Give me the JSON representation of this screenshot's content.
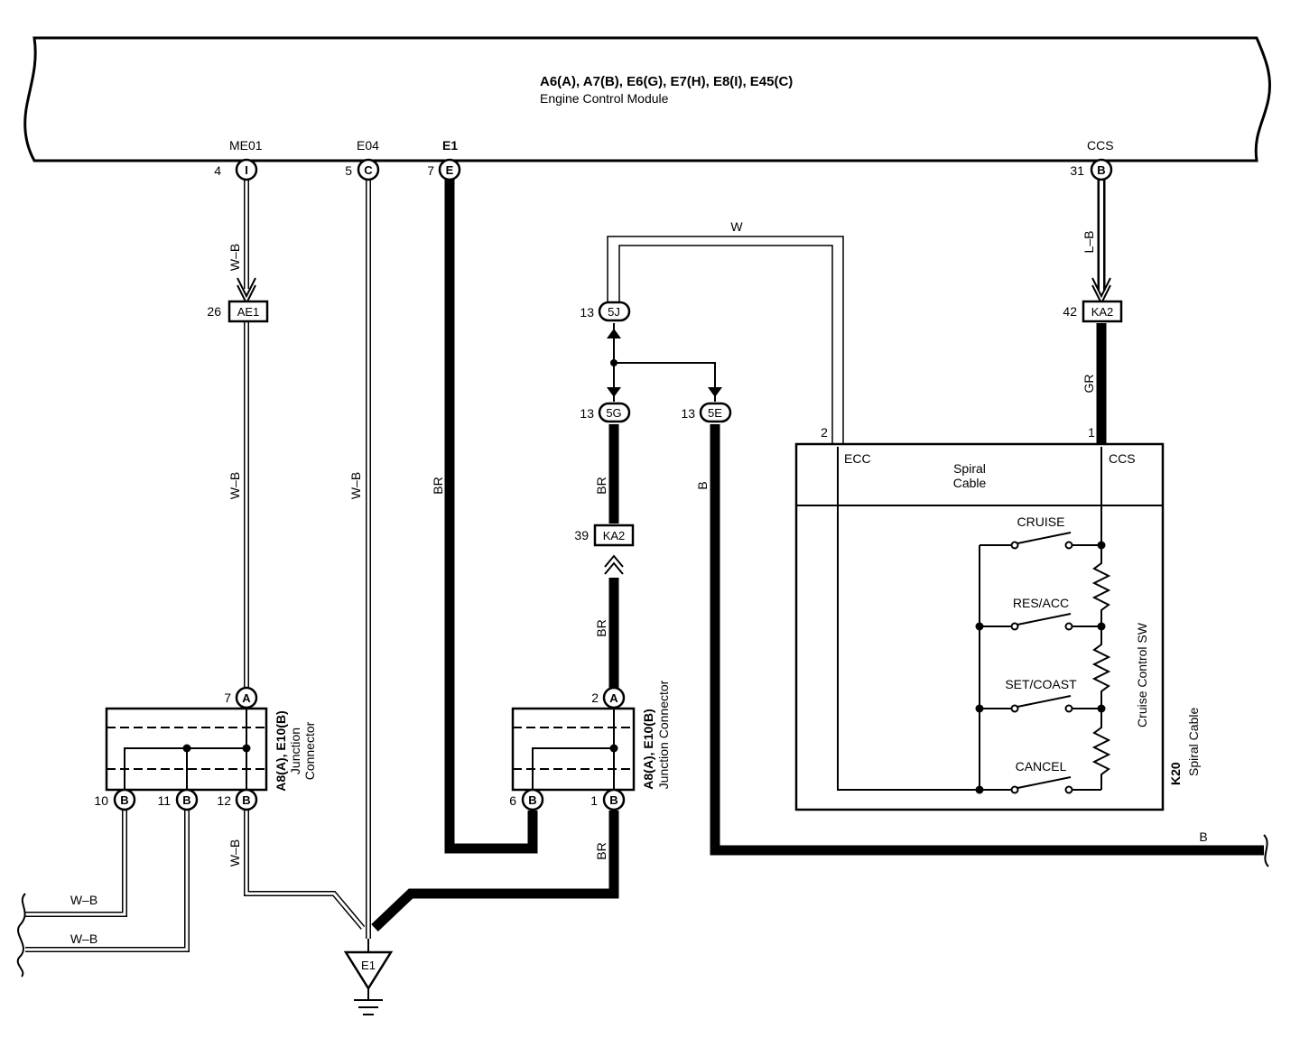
{
  "ecm": {
    "title": "A6(A), A7(B), E6(G), E7(H), E8(I), E45(C)",
    "subtitle": "Engine Control Module"
  },
  "terminals": {
    "me01": {
      "name": "ME01",
      "pin": "4",
      "code": "I"
    },
    "e04": {
      "name": "E04",
      "pin": "5",
      "code": "C"
    },
    "e1": {
      "name": "E1",
      "pin": "7",
      "code": "E"
    },
    "ccs": {
      "name": "CCS",
      "pin": "31",
      "code": "B"
    }
  },
  "inline_connectors": {
    "ae1": {
      "pin": "26",
      "label": "AE1"
    },
    "ka2_top": {
      "pin": "42",
      "label": "KA2"
    },
    "ka2_mid": {
      "pin": "39",
      "label": "KA2"
    },
    "j5j": {
      "pin": "13",
      "code": "5J"
    },
    "j5g": {
      "pin": "13",
      "code": "5G"
    },
    "j5e": {
      "pin": "13",
      "code": "5E"
    }
  },
  "wire_colors": {
    "wb": "W–B",
    "lb": "L–B",
    "w": "W",
    "br": "BR",
    "b": "B",
    "gr": "GR"
  },
  "junction_left": {
    "ref_line1": "A8(A), E10(B)",
    "ref_line2": "Junction",
    "ref_line3": "Connector",
    "top_pin": "7",
    "top_code": "A",
    "bottom_pins": [
      {
        "pin": "10",
        "code": "B"
      },
      {
        "pin": "11",
        "code": "B"
      },
      {
        "pin": "12",
        "code": "B"
      }
    ]
  },
  "junction_right": {
    "ref_line1": "A8(A), E10(B)",
    "ref_line2": "Junction Connector",
    "top_pin": "2",
    "top_code": "A",
    "bottom_pins": [
      {
        "pin": "6",
        "code": "B"
      },
      {
        "pin": "1",
        "code": "B"
      }
    ]
  },
  "spiral": {
    "ecc_pin": "2",
    "ccs_pin": "1",
    "ecc": "ECC",
    "ccs": "CCS",
    "cable_line1": "Spiral",
    "cable_line2": "Cable",
    "switch_name": "Cruise Control SW",
    "component_code": "K20",
    "component_name": "Spiral Cable",
    "switches": [
      "CRUISE",
      "RES/ACC",
      "SET/COAST",
      "CANCEL"
    ]
  },
  "ground": {
    "label": "E1"
  }
}
